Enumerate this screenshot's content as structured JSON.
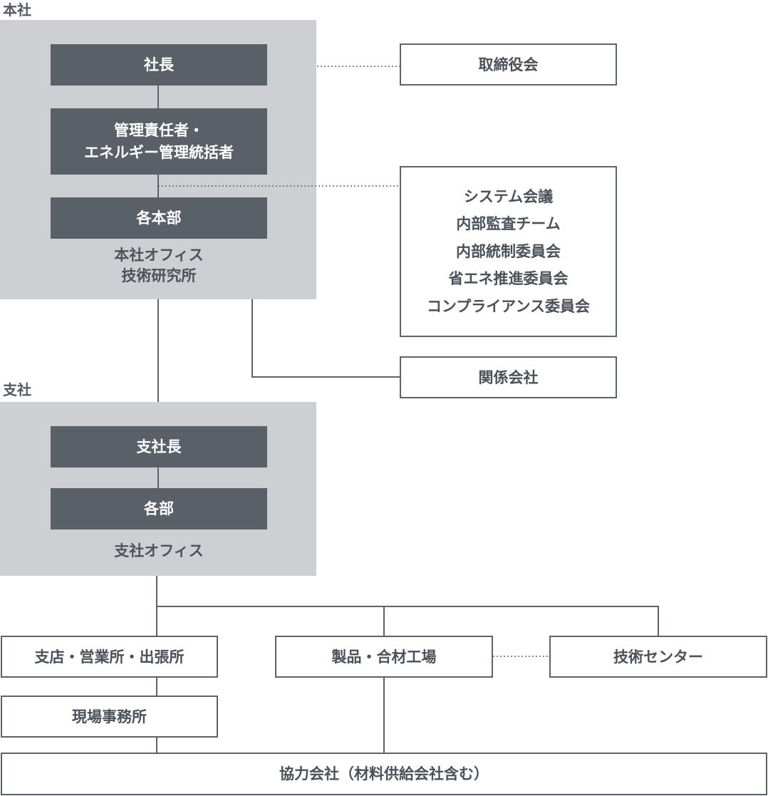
{
  "head_office": {
    "title": "本社",
    "president": "社長",
    "manager_line1": "管理責任者・",
    "manager_line2": "エネルギー管理統括者",
    "divisions": "各本部",
    "office_line1": "本社オフィス",
    "office_line2": "技術研究所"
  },
  "board": "取締役会",
  "committees": [
    "システム会議",
    "内部監査チーム",
    "内部統制委員会",
    "省エネ推進委員会",
    "コンプライアンス委員会"
  ],
  "affiliates": "関係会社",
  "branch": {
    "title": "支社",
    "branch_manager": "支社長",
    "departments": "各部",
    "office": "支社オフィス"
  },
  "branch_stores": "支店・営業所・出張所",
  "site_offices": "現場事務所",
  "factories": "製品・合材工場",
  "tech_center": "技術センター",
  "partners": "協力会社（材料供給会社含む）",
  "colors": {
    "panel_gray": "#cdcfd2",
    "dark_box": "#5a6068",
    "line": "#5d636a"
  }
}
